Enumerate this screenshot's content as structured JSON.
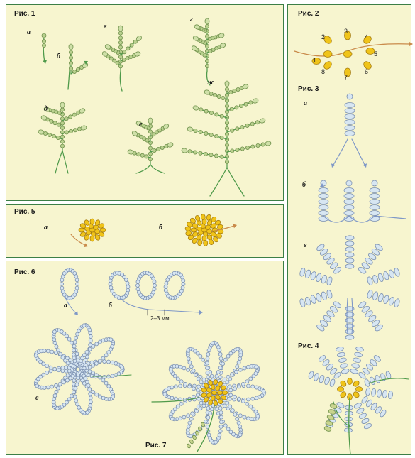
{
  "fig1": {
    "title": "Рис. 1",
    "labels": [
      "а",
      "б",
      "в",
      "г",
      "д",
      "е",
      "ж"
    ]
  },
  "fig2": {
    "title": "Рис. 2",
    "numbers": [
      "1",
      "2",
      "3",
      "4",
      "5",
      "6",
      "7",
      "8"
    ]
  },
  "fig3": {
    "title": "Рис. 3",
    "labels": [
      "а",
      "б",
      "в"
    ]
  },
  "fig4": {
    "title": "Рис. 4"
  },
  "fig5": {
    "title": "Рис. 5",
    "labels": [
      "а",
      "б"
    ]
  },
  "fig6": {
    "title": "Рис. 6",
    "labels": [
      "а",
      "б",
      "в"
    ],
    "gap_note": "2–3 мм"
  },
  "fig7": {
    "title": "Рис. 7"
  },
  "colors": {
    "panel_bg": "#f7f5cf",
    "border": "#3c7f46",
    "green_bead": "#b9d08e",
    "wire": "#4f9a4a",
    "blue_bead": "#d7e6f2",
    "blue_wire": "#7f98c7",
    "yellow_bead": "#f0c419",
    "orange_wire": "#c98a4a"
  }
}
